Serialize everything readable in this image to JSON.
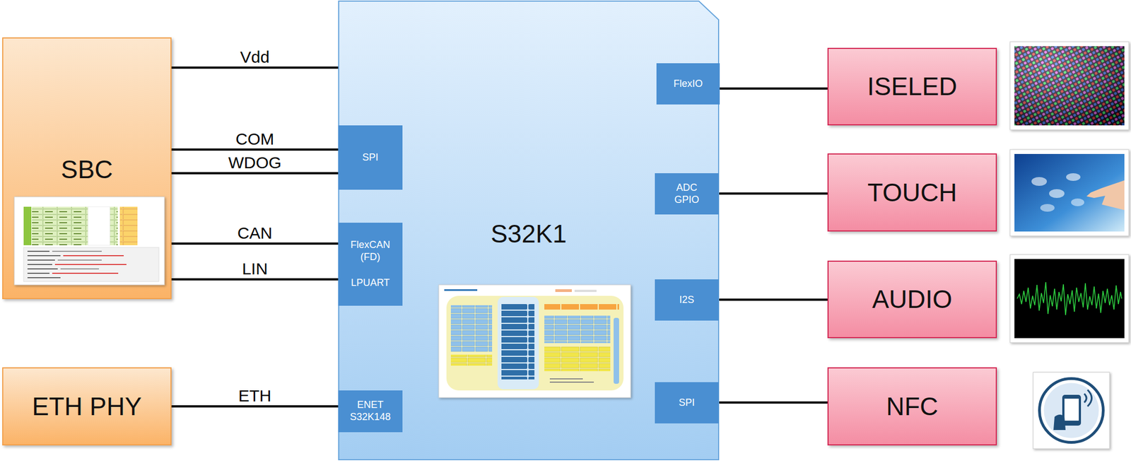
{
  "diagram": {
    "nodes": [
      {
        "text": [
          "SBC"
        ]
      },
      {
        "text": [
          "ETH PHY"
        ]
      },
      {
        "text": [
          "S32K1"
        ]
      },
      {
        "text": [
          "SPI"
        ],
        "in": 2
      },
      {
        "text": [
          "FlexCAN (FD)",
          "LPUART"
        ],
        "in": 2
      },
      {
        "text": [
          "ENET S32K148"
        ],
        "in": 2
      },
      {
        "text": [
          "FlexIO"
        ],
        "in": 2
      },
      {
        "text": [
          "ADC GPIO"
        ],
        "in": 2
      },
      {
        "text": [
          "I2S"
        ],
        "in": 2
      },
      {
        "text": [
          "SPI"
        ],
        "in": 2
      },
      {
        "text": [
          "ISELED"
        ]
      },
      {
        "text": [
          "TOUCH"
        ]
      },
      {
        "text": [
          "AUDIO"
        ]
      },
      {
        "text": [
          "NFC"
        ]
      }
    ],
    "edges": [
      {
        "from": 0,
        "to": 2,
        "label": "Vdd",
        "arrow": "none"
      },
      {
        "from": 0,
        "to": 3,
        "label": "COM",
        "arrow": "none"
      },
      {
        "from": 0,
        "to": 3,
        "label": "WDOG",
        "arrow": "none"
      },
      {
        "from": 0,
        "to": 4,
        "label": "CAN",
        "arrow": "none"
      },
      {
        "from": 0,
        "to": 4,
        "label": "LIN",
        "arrow": "none"
      },
      {
        "from": 1,
        "to": 5,
        "label": "ETH",
        "arrow": "none"
      },
      {
        "from": 6,
        "to": 10,
        "arrow": "none"
      },
      {
        "from": 7,
        "to": 11,
        "arrow": "none"
      },
      {
        "from": 8,
        "to": 12,
        "arrow": "none"
      },
      {
        "from": 9,
        "to": 13,
        "arrow": "none"
      }
    ]
  }
}
